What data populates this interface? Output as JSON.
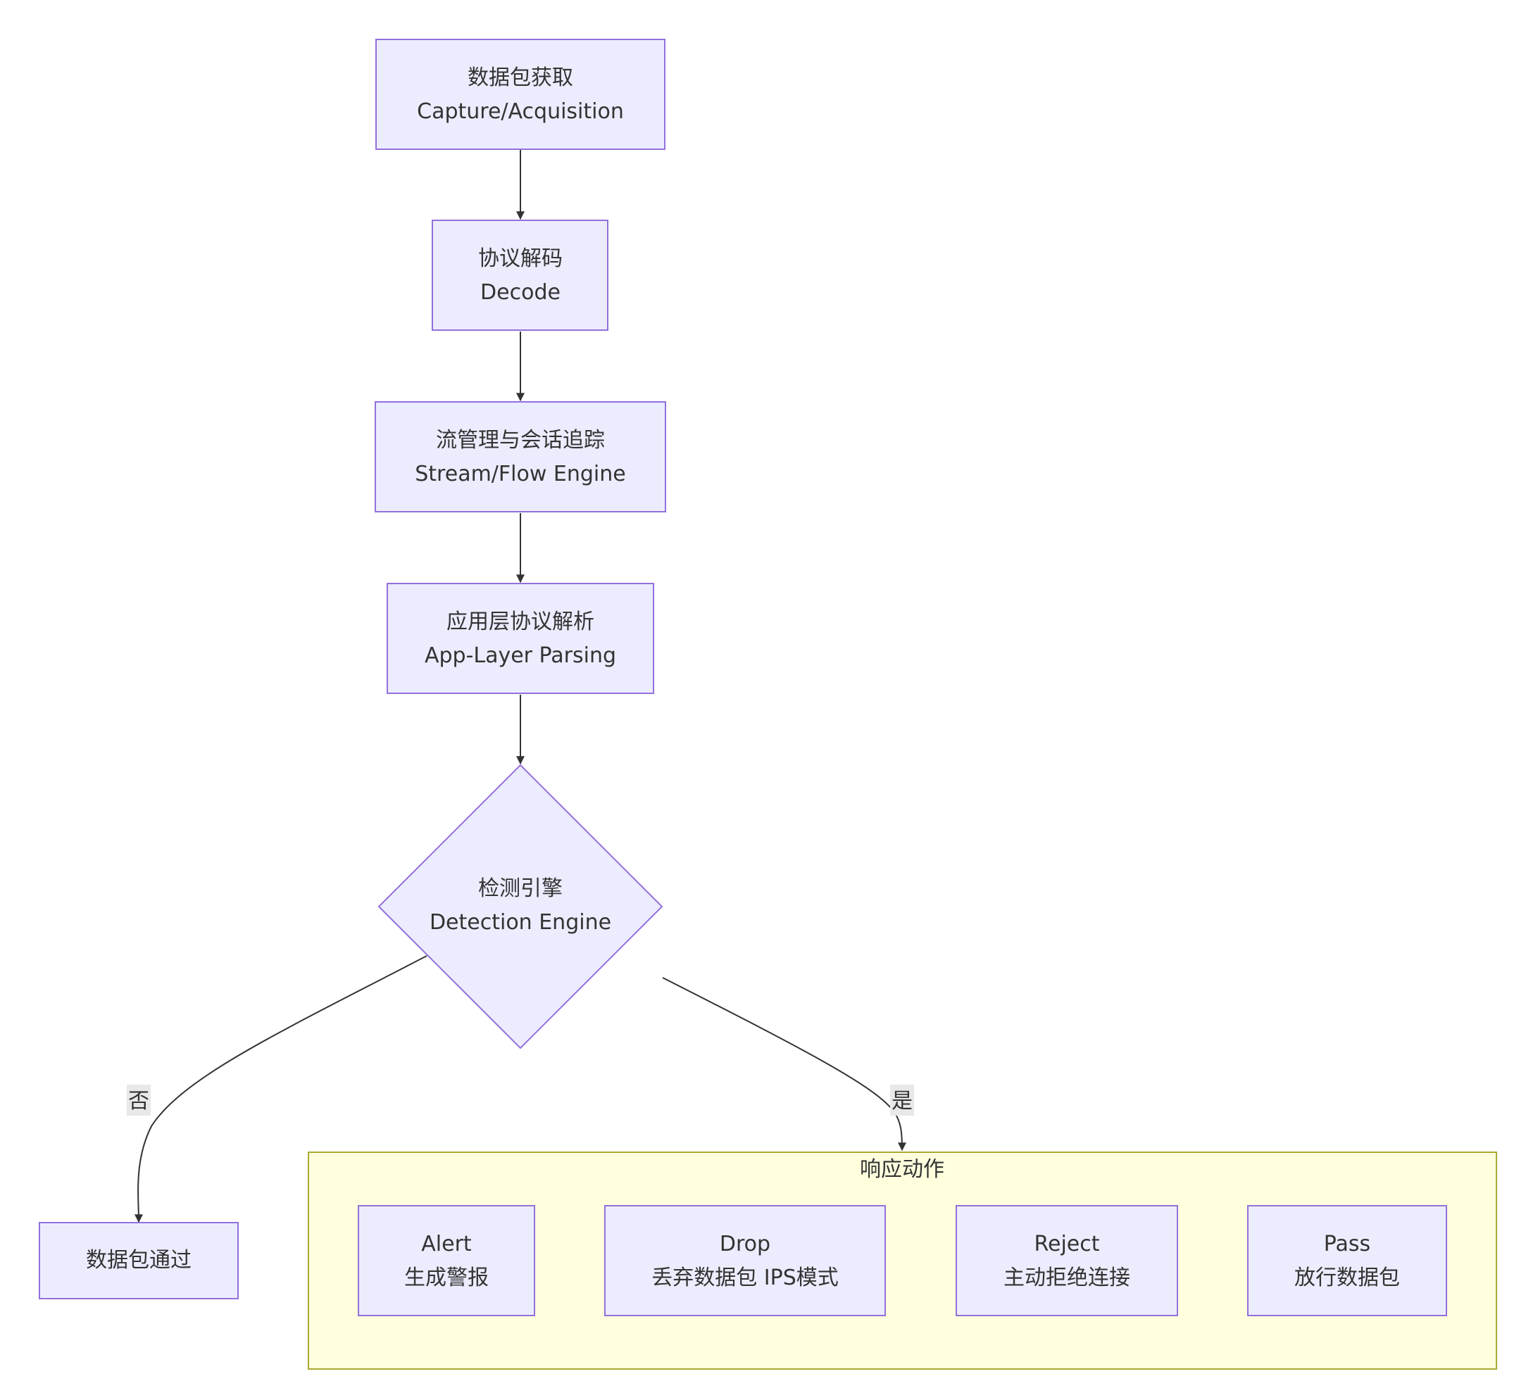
{
  "colors": {
    "node_fill": "#ECECFF",
    "node_stroke": "#9370DB",
    "cluster_fill": "#FFFFDE",
    "cluster_stroke": "#AAAA33",
    "edge": "#333333",
    "text": "#333333",
    "edge_label_bg": "#E8E8E8"
  },
  "nodes": {
    "capture": {
      "line1": "数据包获取",
      "line2": "Capture/Acquisition"
    },
    "decode": {
      "line1": "协议解码",
      "line2": "Decode"
    },
    "stream": {
      "line1": "流管理与会话追踪",
      "line2": "Stream/Flow Engine"
    },
    "applayer": {
      "line1": "应用层协议解析",
      "line2": "App-Layer Parsing"
    },
    "detection": {
      "line1": "检测引擎",
      "line2": "Detection Engine"
    },
    "pass_through": {
      "line1": "数据包通过"
    }
  },
  "edge_labels": {
    "no": "否",
    "yes": "是"
  },
  "response_group": {
    "title": "响应动作",
    "actions": [
      {
        "line1": "Alert",
        "line2": "生成警报"
      },
      {
        "line1": "Drop",
        "line2": "丢弃数据包 IPS模式"
      },
      {
        "line1": "Reject",
        "line2": "主动拒绝连接"
      },
      {
        "line1": "Pass",
        "line2": "放行数据包"
      }
    ]
  }
}
